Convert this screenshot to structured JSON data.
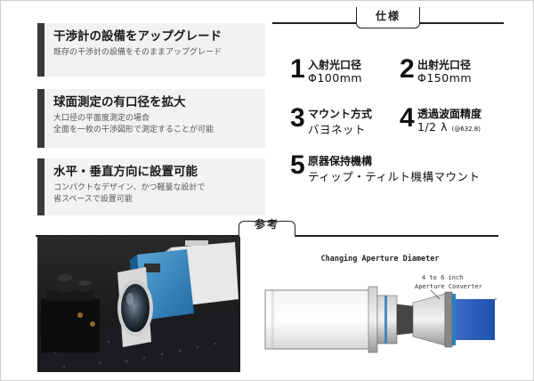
{
  "features": [
    {
      "title": "干渉計の設備をアップグレード",
      "desc": [
        "既存の干渉計の設備をそのままアップグレード"
      ]
    },
    {
      "title": "球面測定の有口径を拡大",
      "desc": [
        "大口径の平面度測定の場合",
        "全面を一枚の干渉図形で測定することが可能"
      ]
    },
    {
      "title": "水平・垂直方向に設置可能",
      "desc": [
        "コンパクトなデザイン、かつ軽量な設計で",
        "省スペースで設置可能"
      ]
    }
  ],
  "spec_header": "仕様",
  "specs": [
    {
      "num": "1",
      "title": "入射光口径",
      "value": "Φ100mm"
    },
    {
      "num": "2",
      "title": "出射光口径",
      "value": "Φ150mm"
    },
    {
      "num": "3",
      "title": "マウント方式",
      "value": "バヨネット"
    },
    {
      "num": "4",
      "title": "透過波面精度",
      "value": "1/2 λ",
      "sub": "(@632.8)"
    },
    {
      "num": "5",
      "title": "原器保持機構",
      "value": "ティップ・ティルト機構マウント"
    }
  ],
  "reference_header": "参考",
  "diagram": {
    "title": "Changing Aperture Diameter",
    "note_line1": "4 to 6 inch",
    "note_line2": "Aperture Converter"
  },
  "colors": {
    "feature_bar": "#3a3a3a",
    "feature_bg": "#f2f2f2",
    "beam_blue": "#1f4fb0",
    "converter_blue": "#2b7fc1"
  }
}
